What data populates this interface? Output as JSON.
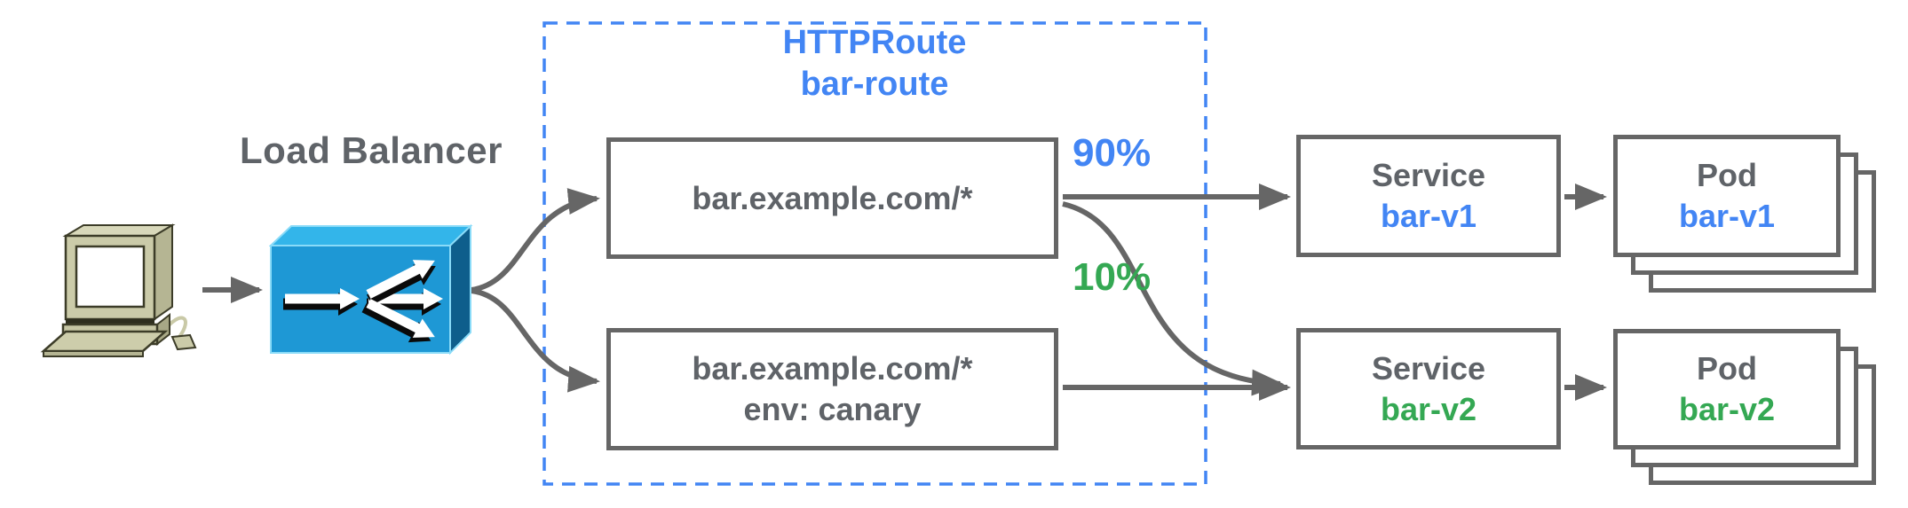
{
  "colors": {
    "accent_blue": "#4285F4",
    "accent_green": "#34A853",
    "text_gray": "#5F6368",
    "line_gray": "#666666",
    "lb_front_blue": "#1E98D5"
  },
  "client": {
    "icon": "desktop-computer"
  },
  "load_balancer": {
    "label": "Load Balancer"
  },
  "httproute": {
    "kind": "HTTPRoute",
    "name": "bar-route"
  },
  "routes": [
    {
      "lines": [
        "bar.example.com/*"
      ]
    },
    {
      "lines": [
        "bar.example.com/*",
        "env: canary"
      ]
    }
  ],
  "weights": [
    {
      "label": "90%"
    },
    {
      "label": "10%"
    }
  ],
  "services": [
    {
      "kind": "Service",
      "name": "bar-v1"
    },
    {
      "kind": "Service",
      "name": "bar-v2"
    }
  ],
  "pods": [
    {
      "kind": "Pod",
      "name": "bar-v1"
    },
    {
      "kind": "Pod",
      "name": "bar-v2"
    }
  ]
}
